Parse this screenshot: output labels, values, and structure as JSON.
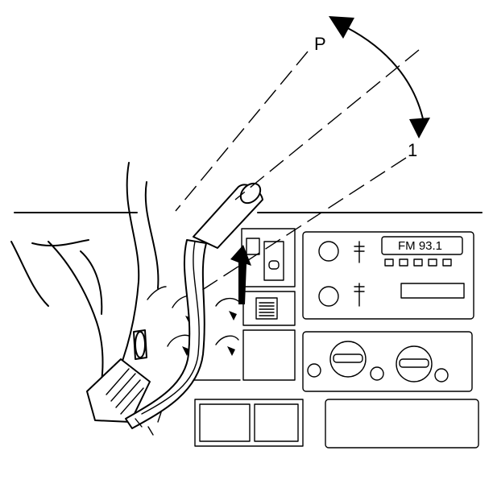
{
  "callouts": {
    "park_label": "P",
    "item_label": "1"
  },
  "radio": {
    "display_text": "FM 93.1"
  },
  "colors": {
    "line": "#000000",
    "background": "#ffffff"
  }
}
